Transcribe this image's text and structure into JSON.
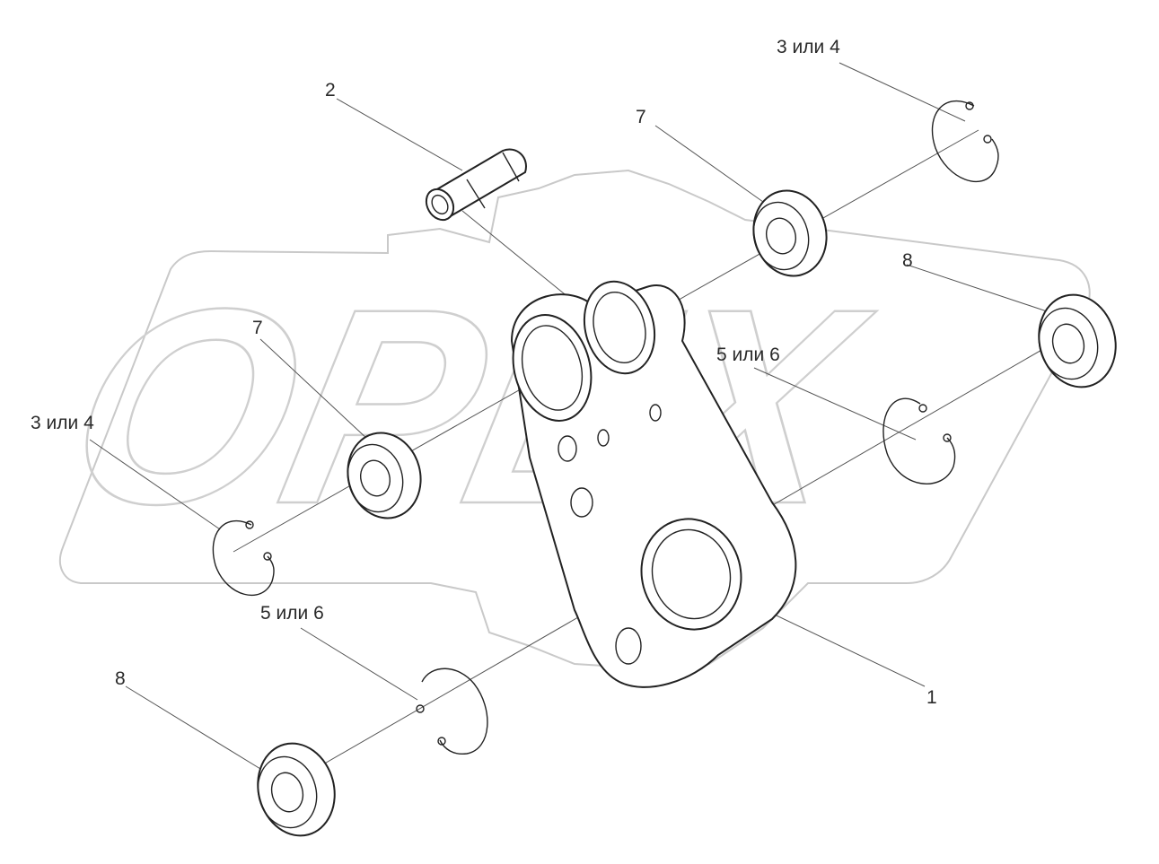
{
  "callouts": {
    "part1": "1",
    "part2": "2",
    "part3or4_top": "3 или 4",
    "part3or4_left": "3 или 4",
    "part5or6_right": "5 или 6",
    "part5or6_bottom": "5 или 6",
    "part7_top": "7",
    "part7_left": "7",
    "part8_right": "8",
    "part8_bottom": "8"
  },
  "watermark": {
    "text": "OPEX"
  }
}
